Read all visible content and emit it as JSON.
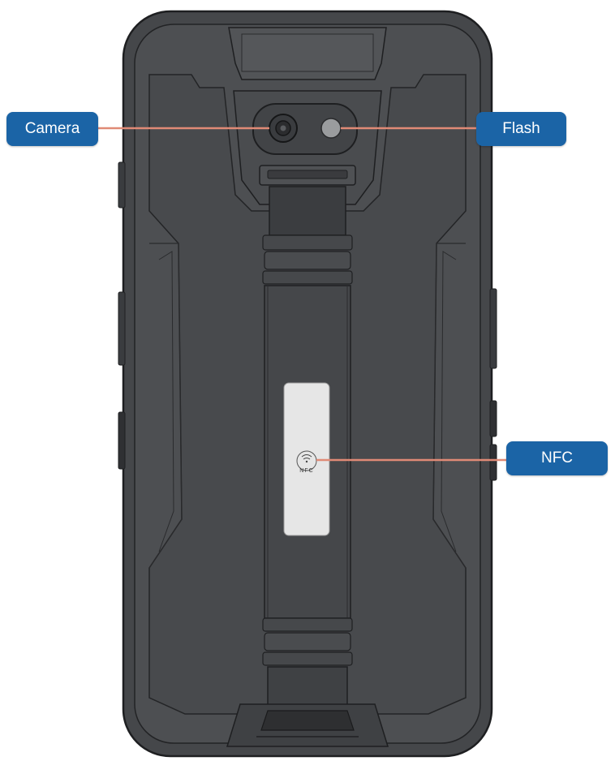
{
  "labels": {
    "camera": "Camera",
    "flash": "Flash",
    "nfc": "NFC"
  },
  "nfc_tag_text": "NFC",
  "colors": {
    "callout_bg": "#1b64a6",
    "leader_line": "#e08a76",
    "body_dark": "#3f4144",
    "body_mid": "#4c4e51",
    "outline": "#1e1f21",
    "nfc_plate": "#e6e6e6"
  }
}
